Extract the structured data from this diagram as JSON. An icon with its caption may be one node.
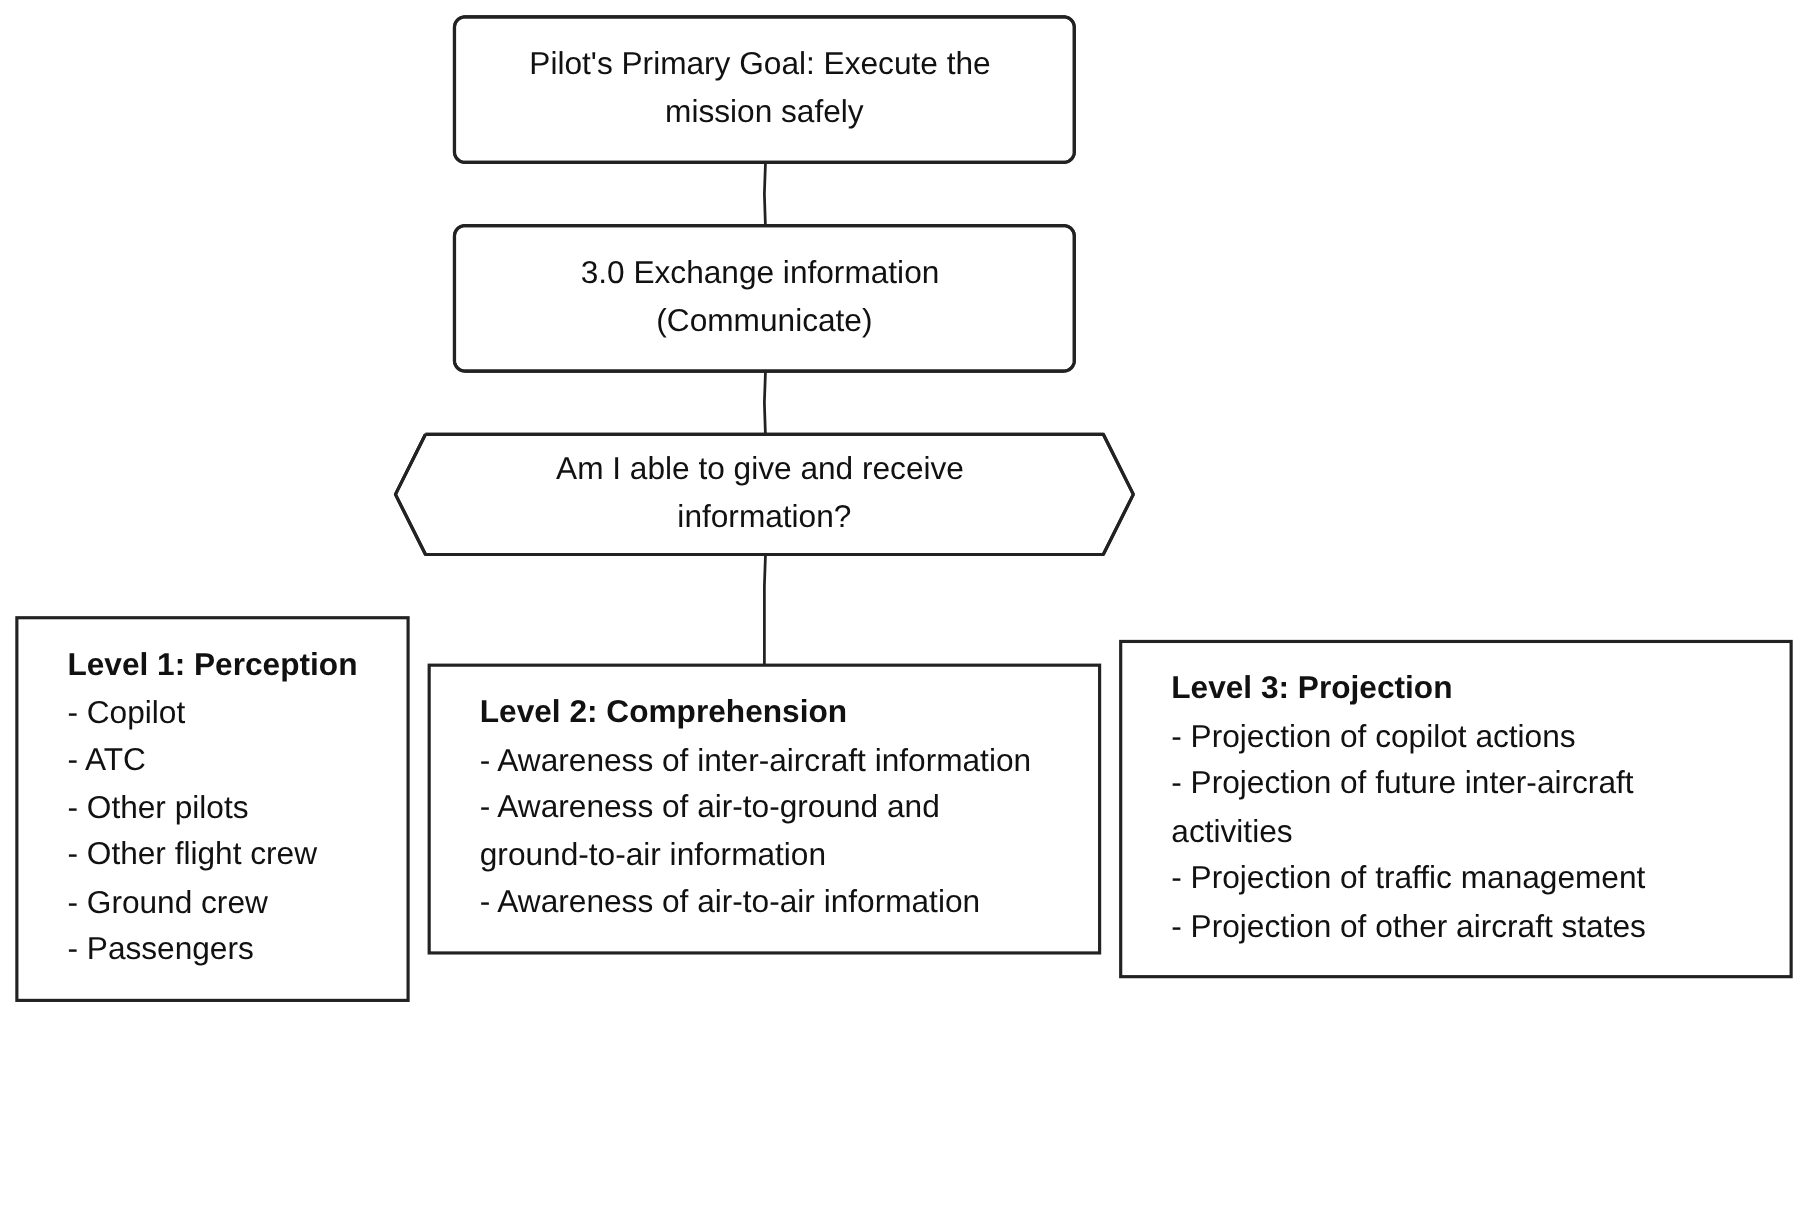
{
  "diagram": {
    "nodes": [
      {
        "text": [
          "Pilot's Primary Goal: Execute the mission safely"
        ]
      },
      {
        "text": [
          "3.0 Exchange information (Communicate)"
        ]
      },
      {
        "text": [
          "Am I able to give and receive information?"
        ]
      },
      {
        "text": [
          "Level 1: Perception",
          "- Copilot",
          "- ATC",
          "- Other pilots",
          "- Other flight crew",
          "- Ground crew",
          "- Passengers"
        ]
      },
      {
        "text": [
          "Level 2: Comprehension",
          "- Awareness of inter-aircraft information",
          "- Awareness of air-to-ground and ground-to-air information",
          "- Awareness of air-to-air information"
        ]
      },
      {
        "text": [
          "Level 3: Projection",
          "- Projection of copilot actions",
          "- Projection of future inter-aircraft activities",
          "- Projection of traffic management",
          "- Projection of other aircraft states"
        ]
      }
    ],
    "edges": [
      {
        "from": 0,
        "to": 1,
        "arrow": "none"
      },
      {
        "from": 1,
        "to": 2,
        "arrow": "none"
      },
      {
        "from": 2,
        "to": 4,
        "arrow": "none"
      }
    ]
  }
}
